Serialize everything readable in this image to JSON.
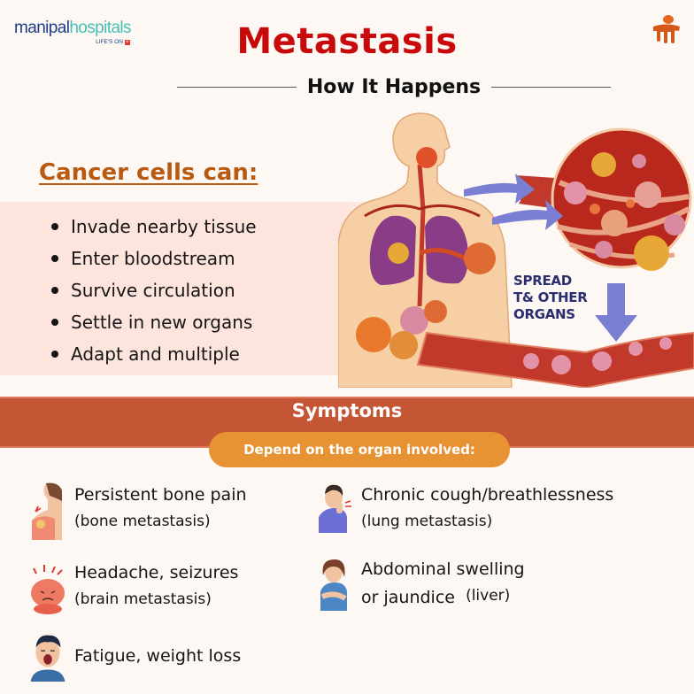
{
  "brand": {
    "wordmark_part1": "manipal",
    "wordmark_part2": "hospitals",
    "tagline": "LIFE'S ON",
    "tagline_icon": "red-plus-square-icon",
    "corner_mark_icon": "orange-figure-logo-icon"
  },
  "header": {
    "title": "Metastasis",
    "subtitle": "How It Happens"
  },
  "colors": {
    "title_red": "#c90a0a",
    "heading_orange": "#b85a12",
    "band_pink": "#fde4dc",
    "symptoms_bar": "#c45535",
    "pill_orange": "#e79233",
    "spread_text": "#2b2e6e",
    "arrow_blue": "#7b7fd4"
  },
  "process": {
    "heading": "Cancer cells can:",
    "steps": [
      "Invade nearby tissue",
      "Enter bloodstream",
      "Survive circulation",
      "Settle in new organs",
      "Adapt and multiple"
    ]
  },
  "illustration": {
    "description": "human torso with lungs and tumors, magnified blood vessel with cancer cells, arrows",
    "label_line1": "SPREAD",
    "label_line2": "T& OTHER",
    "label_line3": "ORGANS"
  },
  "symptoms": {
    "title": "Symptoms",
    "subtitle": "Depend on the organ involved:",
    "items": [
      {
        "icon": "shoulder-pain-icon",
        "main": "Persistent bone pain",
        "sub": "(bone metastasis)"
      },
      {
        "icon": "brain-ache-icon",
        "main": "Headache, seizures",
        "sub": "(brain metastasis)"
      },
      {
        "icon": "tired-man-icon",
        "main": "Fatigue, weight loss",
        "sub": ""
      },
      {
        "icon": "coughing-man-icon",
        "main": "Chronic cough/breathlessness",
        "sub": "(lung metastasis)"
      },
      {
        "icon": "stomach-ache-woman-icon",
        "main": "Abdominal swelling",
        "main2": "or jaundice",
        "sub": "(liver)"
      }
    ]
  }
}
